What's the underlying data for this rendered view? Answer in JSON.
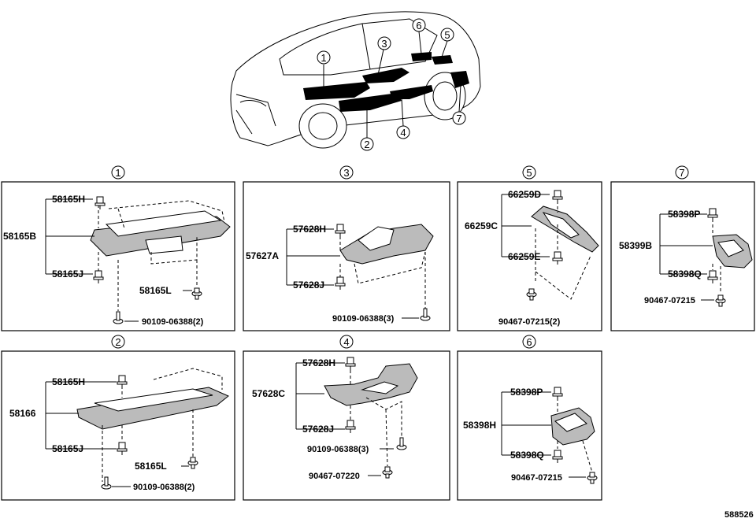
{
  "callouts": [
    "1",
    "2",
    "3",
    "4",
    "5",
    "6",
    "7"
  ],
  "sections": {
    "s1": {
      "callout": "1",
      "parts": {
        "main": "58165B",
        "bolt_top": "58165H",
        "bolt_bottom": "58165J",
        "bolt_mid": "58165L",
        "screw": "90109-06388(2)"
      }
    },
    "s2": {
      "callout": "2",
      "parts": {
        "main": "58166",
        "bolt_top": "58165H",
        "bolt_bottom": "58165J",
        "bolt_mid": "58165L",
        "screw": "90109-06388(2)"
      }
    },
    "s3": {
      "callout": "3",
      "parts": {
        "main": "57627A",
        "bolt_top": "57628H",
        "bolt_bottom": "57628J",
        "screw": "90109-06388(3)"
      }
    },
    "s4": {
      "callout": "4",
      "parts": {
        "main": "57628C",
        "bolt_top": "57628H",
        "bolt_bottom": "57628J",
        "screw": "90109-06388(3)",
        "clip": "90467-07220"
      }
    },
    "s5": {
      "callout": "5",
      "parts": {
        "main": "66259C",
        "bolt_top": "66259D",
        "bolt_bottom": "66259E",
        "clip": "90467-07215(2)"
      }
    },
    "s6": {
      "callout": "6",
      "parts": {
        "main": "58398H",
        "bolt_top": "58398P",
        "bolt_bottom": "58398Q",
        "clip": "90467-07215"
      }
    },
    "s7": {
      "callout": "7",
      "parts": {
        "main": "58399B",
        "bolt_top": "58398P",
        "bolt_bottom": "58398Q",
        "clip": "90467-07215"
      }
    }
  },
  "diagram_id": "588526"
}
